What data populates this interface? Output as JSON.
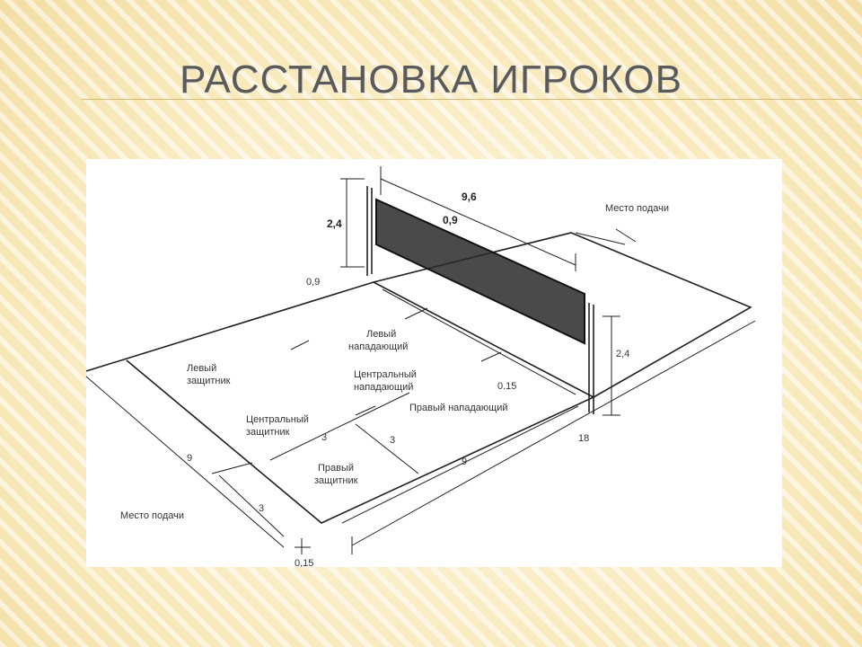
{
  "slide": {
    "title": "РАССТАНОВКА ИГРОКОВ"
  },
  "diagram": {
    "dimensions": {
      "net_length": "9,6",
      "net_width": "0,9",
      "post_height_left": "2,4",
      "post_height_right": "2,4",
      "post_offset": "0,9",
      "attack_line_gap": "0.15",
      "court_length": "18",
      "half_length_right": "9",
      "half_width_left": "9",
      "zone_left": "3",
      "zone_right": "3",
      "service_zone": "3",
      "line_width": "0,15"
    },
    "labels": {
      "service_place_top": "Место подачи",
      "service_place_bottom": "Место подачи",
      "left_defender_1": "Левый",
      "left_defender_2": "защитник",
      "left_attacker_1": "Левый",
      "left_attacker_2": "нападающий",
      "center_attacker_1": "Центральный",
      "center_attacker_2": "нападающий",
      "right_attacker": "Правый нападающий",
      "center_defender_1": "Центральный",
      "center_defender_2": "защитник",
      "right_defender_1": "Правый",
      "right_defender_2": "защитник"
    }
  }
}
